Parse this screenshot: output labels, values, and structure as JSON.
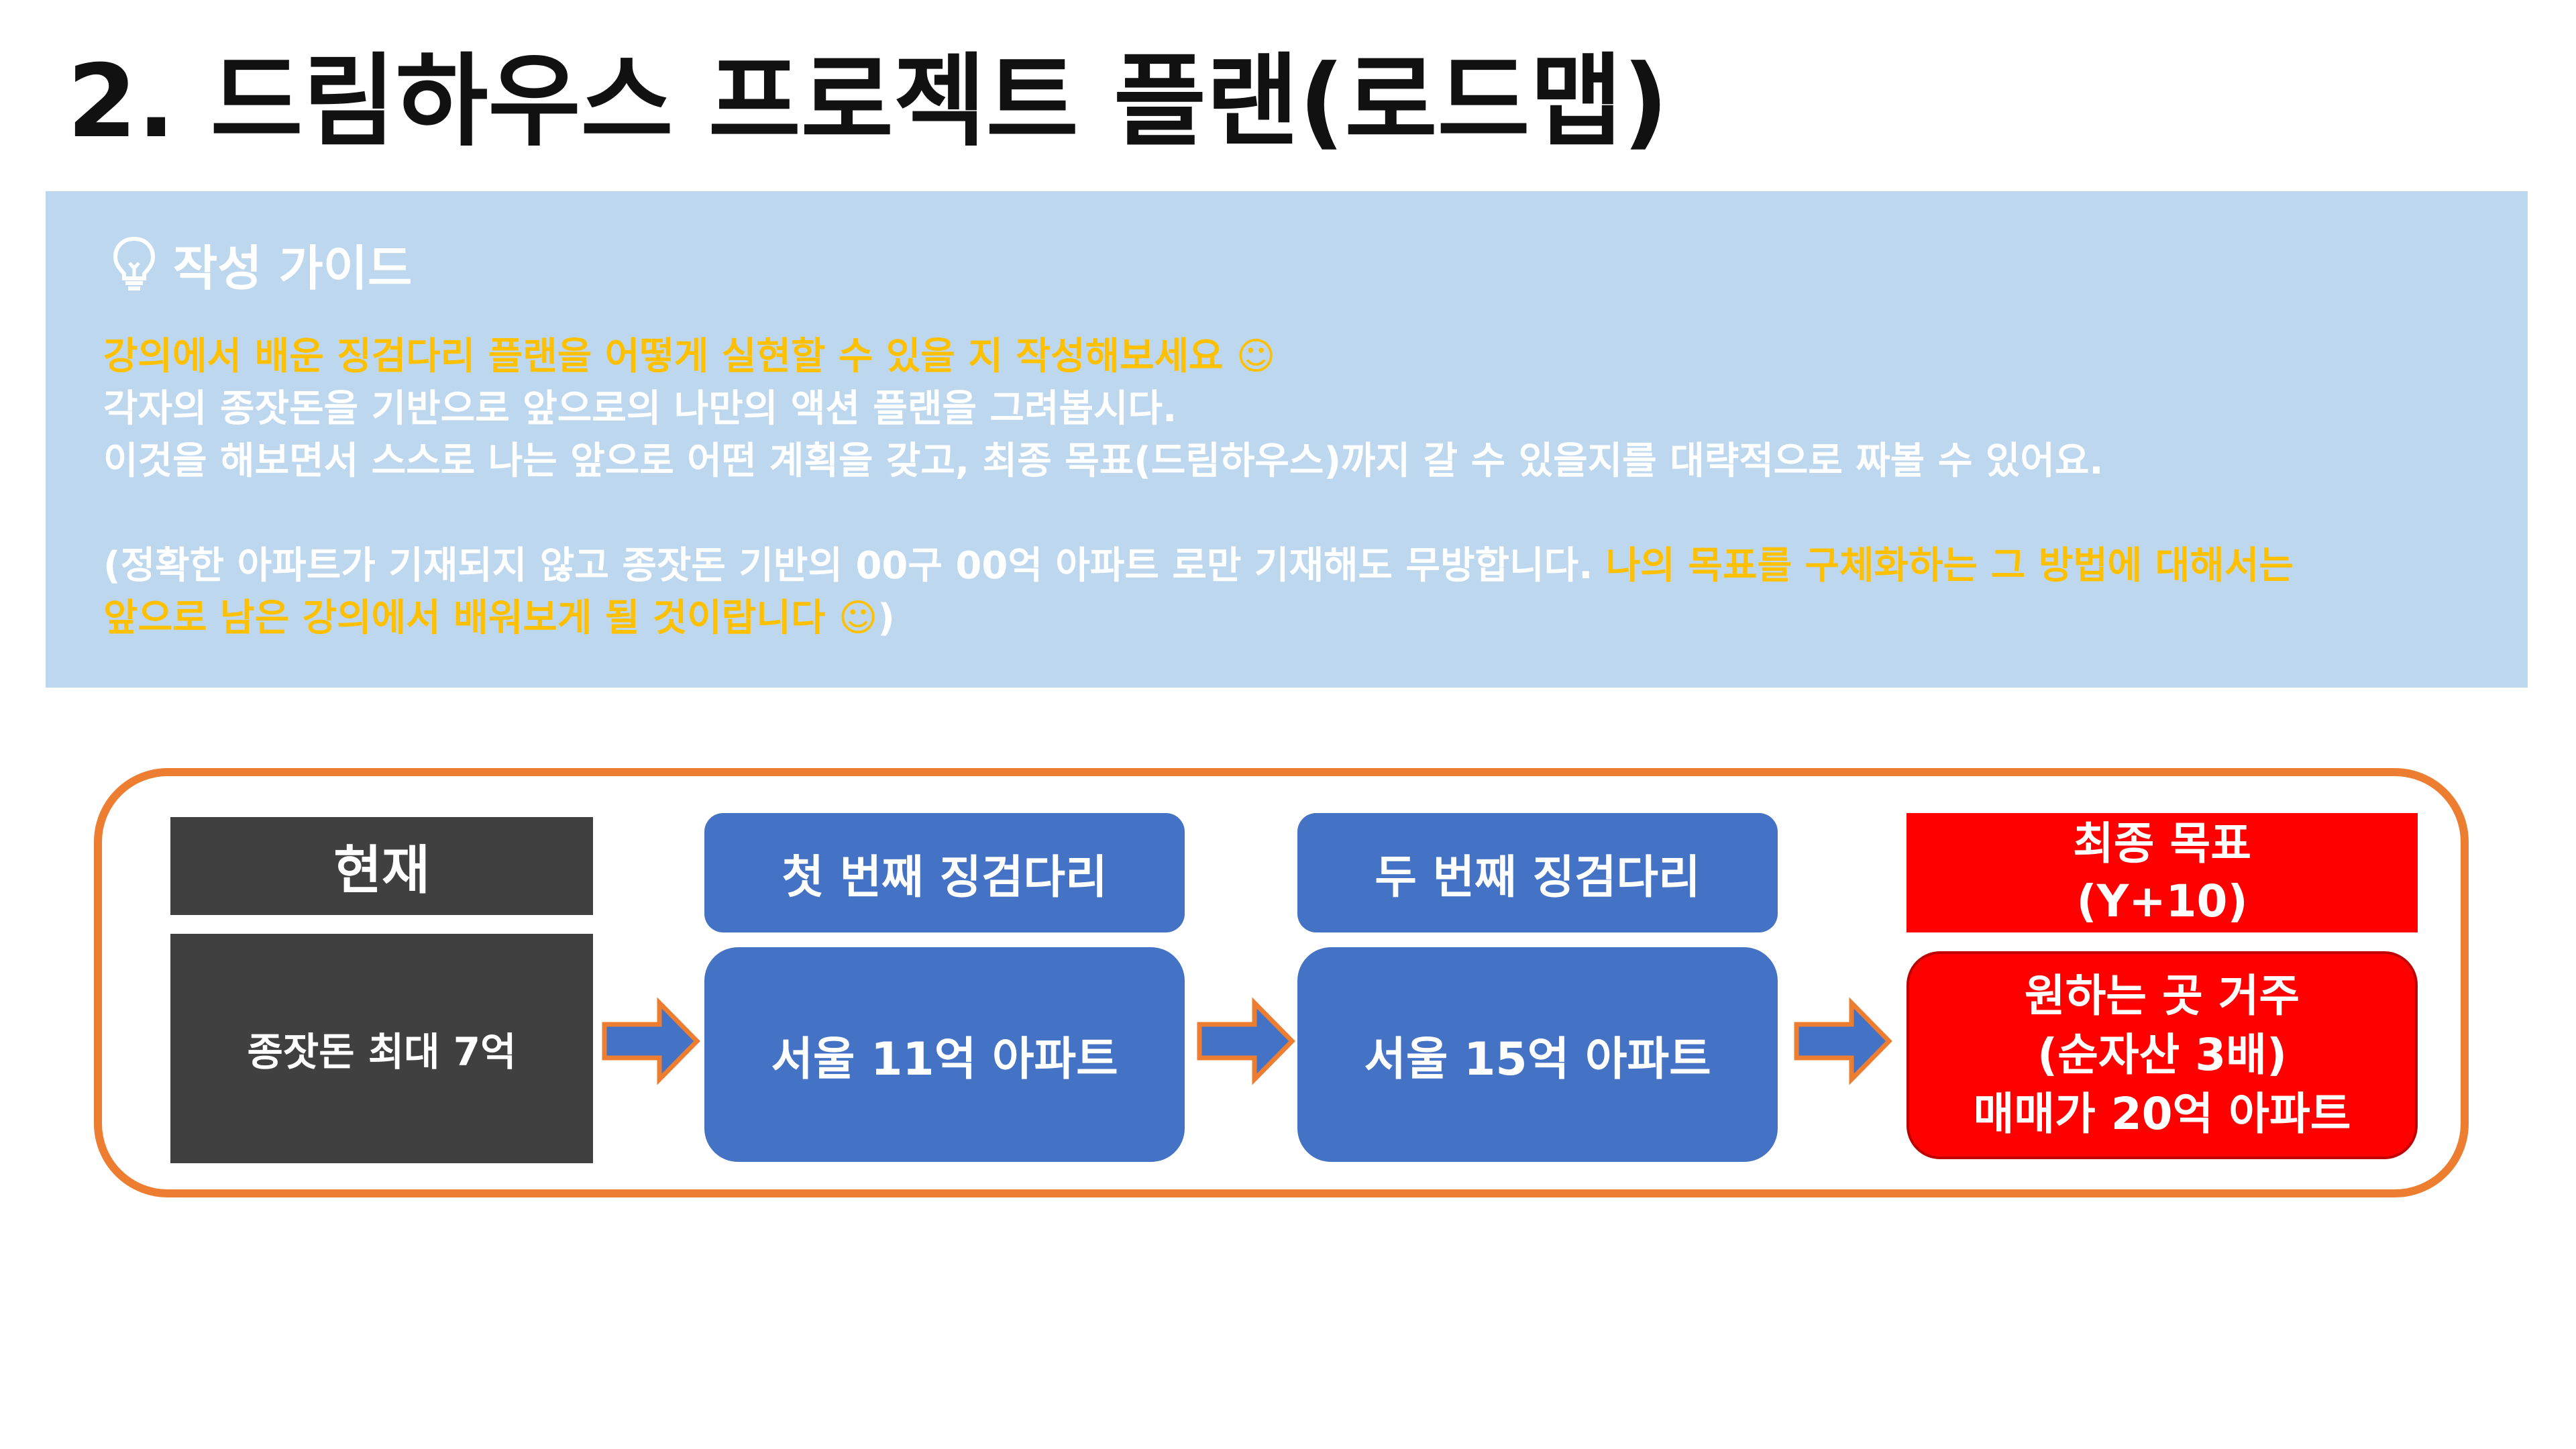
{
  "page": {
    "title": "2. 드림하우스 프로젝트 플랜(로드맵)"
  },
  "guide": {
    "icon": "lightbulb-icon",
    "title": "작성 가이드",
    "line1": "강의에서 배운 징검다리 플랜을 어떻게 실현할 수 있을 지 작성해보세요 ☺",
    "line2": "각자의 종잣돈을 기반으로 앞으로의 나만의 액션 플랜을 그려봅시다.",
    "line3": "이것을 해보면서 스스로 나는 앞으로 어떤 계획을 갖고, 최종 목표(드림하우스)까지  갈 수 있을지를 대략적으로 짜볼 수 있어요.",
    "line4_white": "(정확한 아파트가 기재되지 않고 종잣돈 기반의 00구 00억 아파트 로만 기재해도 무방합니다.",
    "line4_orange": " 나의 목표를 구체화하는 그 방법에 대해서는",
    "line5_orange": "앞으로 남은 강의에서 배워보게 될 것이랍니다 ☺",
    "line5_white": ")",
    "colors": {
      "highlight": "#ffc000",
      "background": "#bdd7ee"
    }
  },
  "roadmap": {
    "current": {
      "header": "현재",
      "body": "종잣돈 최대 7억"
    },
    "step1": {
      "header": "첫 번째 징검다리",
      "body": "서울 11억 아파트"
    },
    "step2": {
      "header": "두 번째 징검다리",
      "body": "서울 15억 아파트"
    },
    "final": {
      "header_line1": "최종 목표",
      "header_line2": "(Y+10)",
      "body_line1": "원하는 곳 거주",
      "body_line2": "(순자산 3배)",
      "body_line3": "매매가 20억 아파트"
    },
    "arrow_icon": "right-arrow-icon",
    "colors": {
      "frame": "#ed7d31",
      "current": "#404040",
      "step": "#4472c4",
      "final": "#ff0000"
    }
  }
}
